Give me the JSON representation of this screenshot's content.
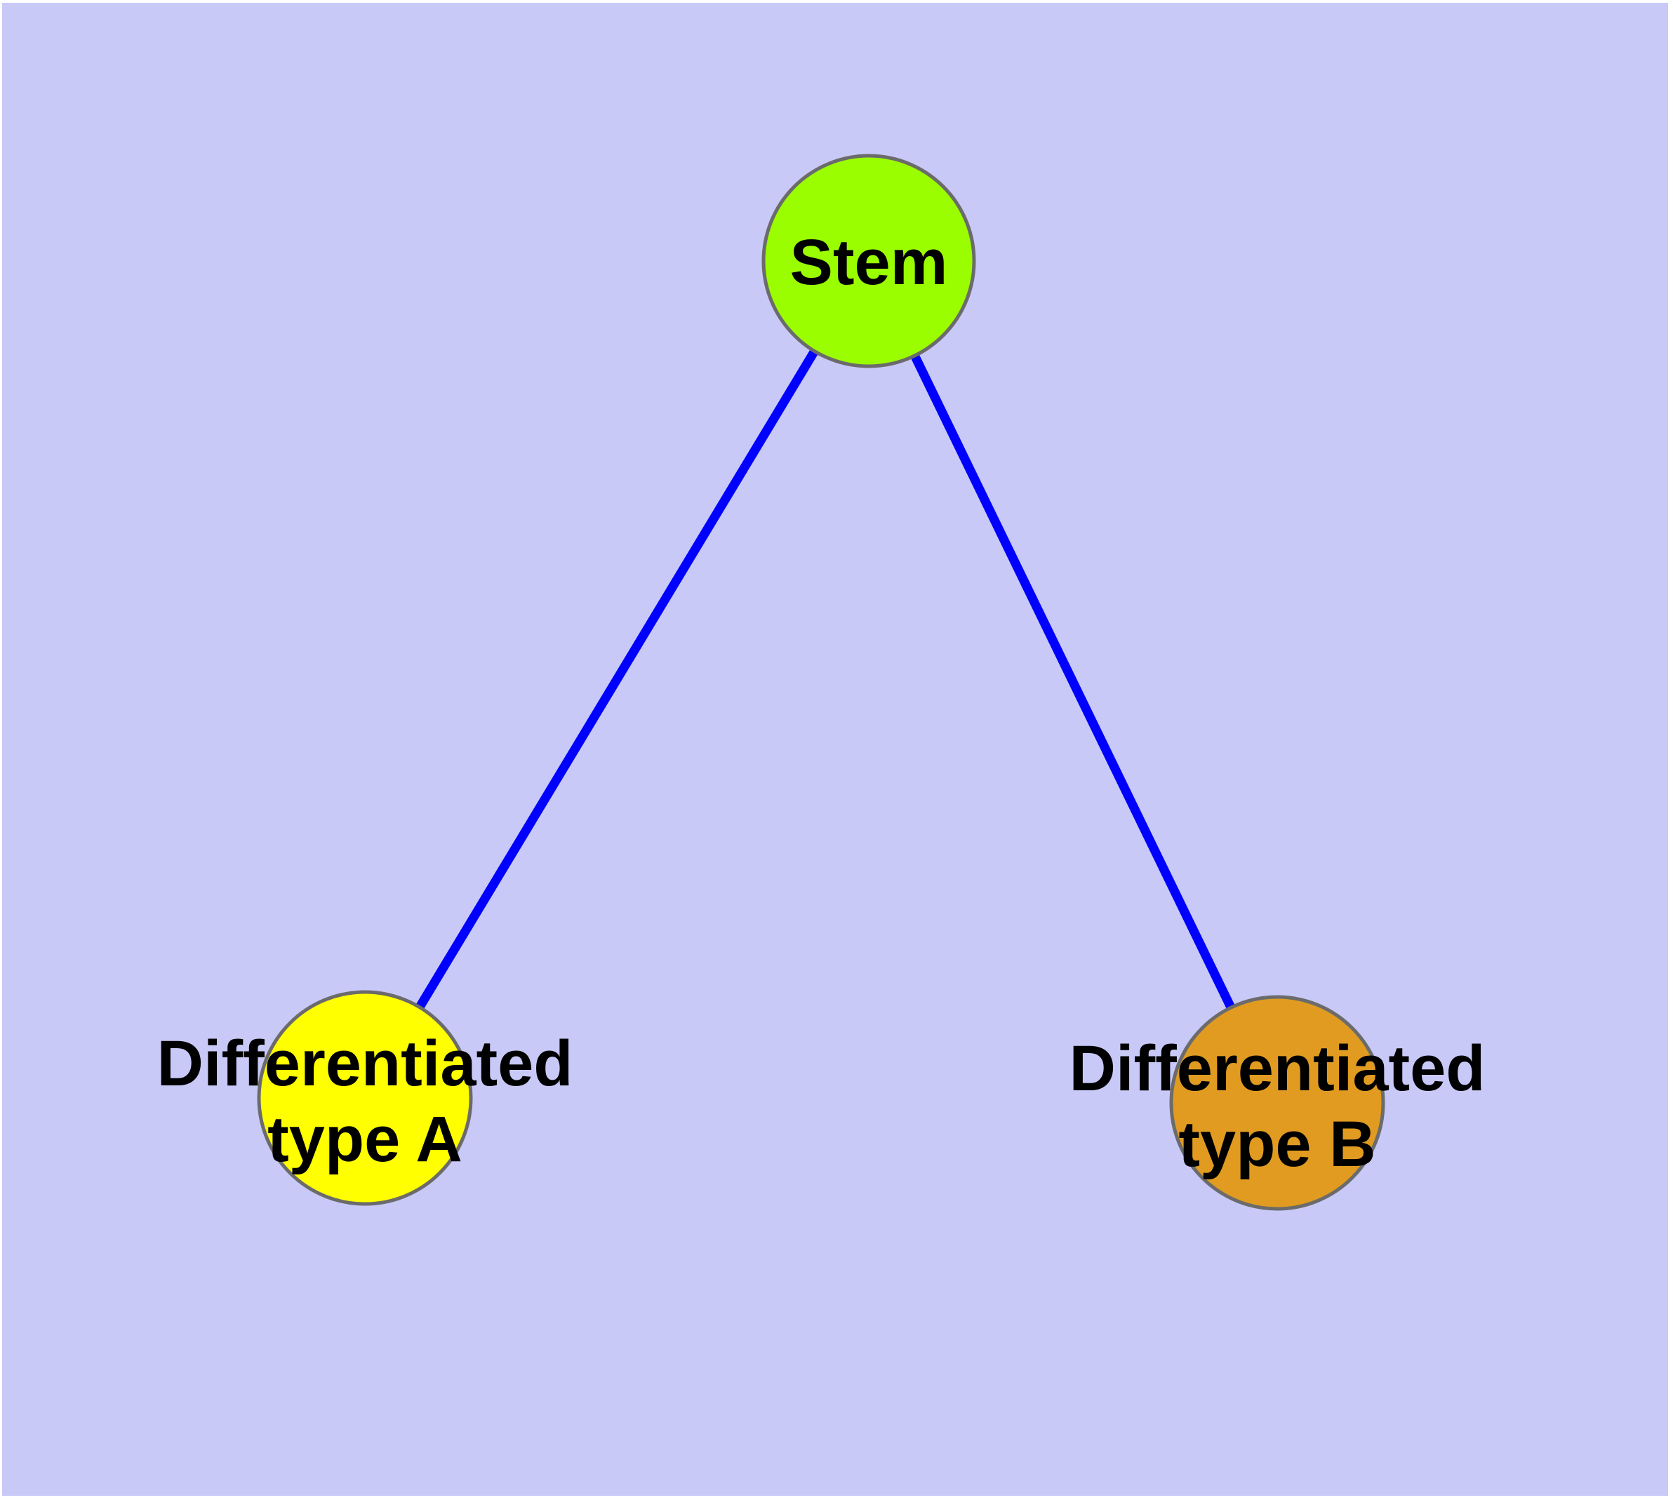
{
  "diagram": {
    "type": "node-link-graph",
    "background_color": "#C9C9F8",
    "page_border_color": "#FFFFFF",
    "edge_color": "#0000FF",
    "node_border_color": "#6B6B6B",
    "text_color": "#000000",
    "nodes": [
      {
        "id": "stem",
        "label": "Stem",
        "line1": "Stem",
        "line2": "",
        "fill": "#9AFE00"
      },
      {
        "id": "differentiated-type-a",
        "label": "Differentiated type A",
        "line1": "Differentiated",
        "line2": "type A",
        "fill": "#FFFF00"
      },
      {
        "id": "differentiated-type-b",
        "label": "Differentiated type B",
        "line1": "Differentiated",
        "line2": "type B",
        "fill": "#E09B20"
      }
    ],
    "edges": [
      {
        "from": "Stem",
        "to": "Differentiated type A"
      },
      {
        "from": "Stem",
        "to": "Differentiated type B"
      }
    ]
  }
}
